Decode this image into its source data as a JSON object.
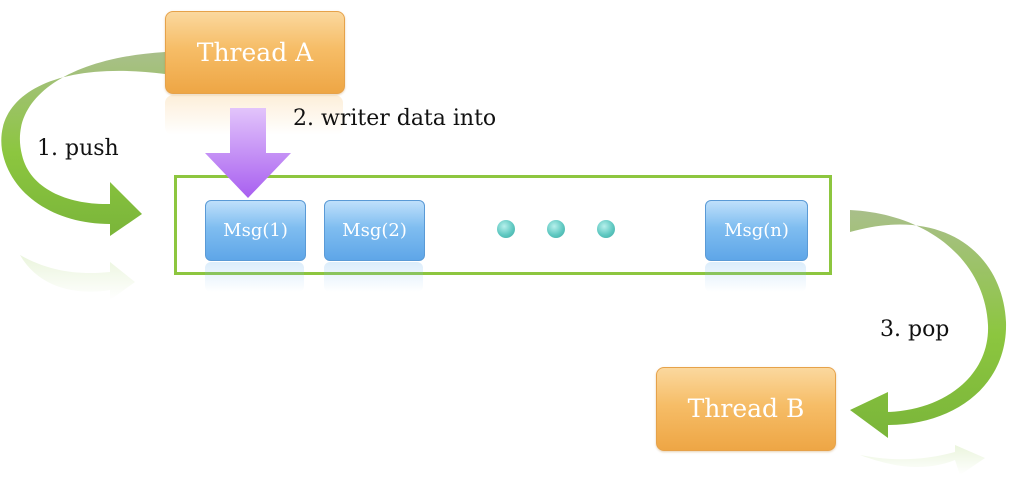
{
  "diagram": {
    "threads": {
      "a": {
        "label": "Thread A"
      },
      "b": {
        "label": "Thread B"
      }
    },
    "queue": {
      "messages": [
        "Msg(1)",
        "Msg(2)",
        "Msg(n)"
      ],
      "ellipsis_dot_count": 3
    },
    "steps": {
      "push": "1. push",
      "write": "2. writer data into",
      "pop": "3. pop"
    }
  },
  "colors": {
    "thread_fill": "#f6bd67",
    "message_fill": "#7fbdf0",
    "queue_border": "#8dc63f",
    "curved_arrow": "#8cc63f",
    "write_arrow": "#b36ef0",
    "dot": "#5fc8c1"
  }
}
